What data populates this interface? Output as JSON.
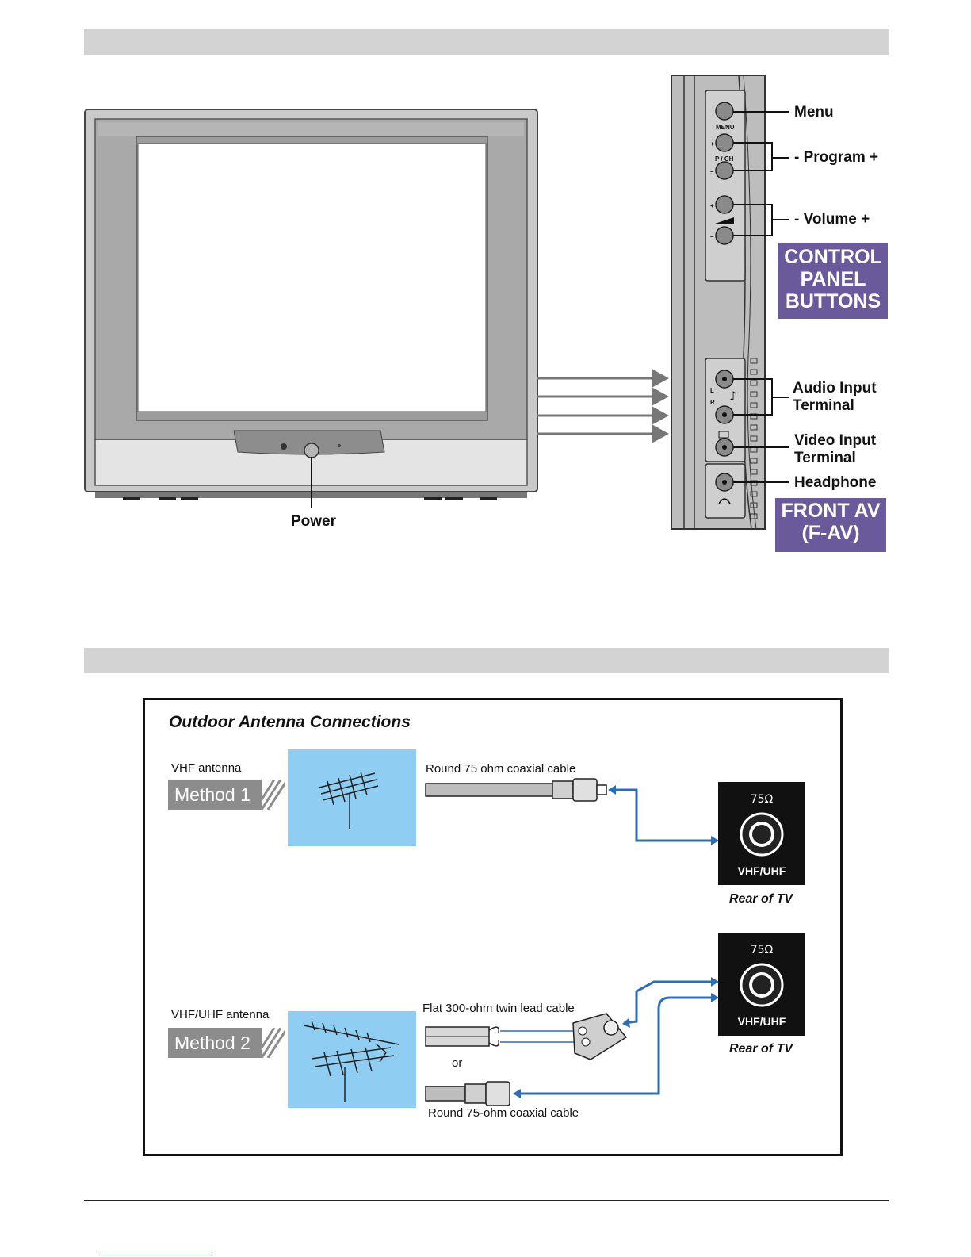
{
  "front_panel": {
    "labels": {
      "menu": "Menu",
      "program": "- Program +",
      "volume": "- Volume +",
      "audio_input": "Audio Input\nTerminal",
      "video_input": "Video Input\nTerminal",
      "headphone": "Headphone",
      "power": "Power"
    },
    "control_panel_title": "CONTROL\nPANEL\nBUTTONS",
    "front_av_title": "FRONT AV\n(F-AV)",
    "button_marks": {
      "menu": "MENU",
      "pch": "P / CH",
      "plus": "+",
      "minus": "–",
      "left": "L",
      "right": "R"
    },
    "colors": {
      "label_box": "#6a5a9b",
      "section_bar": "#d3d3d3",
      "cable_blue": "#2e6db4",
      "antenna_bg": "#8fcdf2"
    }
  },
  "antenna": {
    "title": "Outdoor Antenna Connections",
    "method1": {
      "antenna_label": "VHF antenna",
      "method": "Method 1",
      "cable_label": "Round 75 ohm coaxial cable"
    },
    "method2": {
      "antenna_label": "VHF/UHF antenna",
      "method": "Method 2",
      "flat_cable_label": "Flat 300-ohm twin lead cable",
      "or": "or",
      "coax_cable_label": "Round 75-ohm coaxial cable"
    },
    "jack": {
      "ohm": "75Ω",
      "band": "VHF/UHF",
      "rear": "Rear of TV"
    }
  }
}
